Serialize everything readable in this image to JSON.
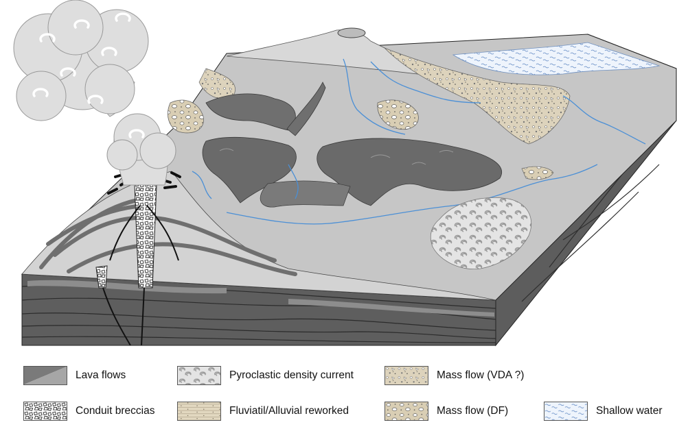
{
  "legend": {
    "items": [
      {
        "id": "lava",
        "label": "Lava flows"
      },
      {
        "id": "conduit",
        "label": "Conduit breccias"
      },
      {
        "id": "pdc",
        "label": "Pyroclastic density current"
      },
      {
        "id": "fluv",
        "label": "Fluviatil/Alluvial reworked"
      },
      {
        "id": "vda",
        "label": "Mass flow (VDA ?)"
      },
      {
        "id": "df",
        "label": "Mass flow (DF)"
      },
      {
        "id": "water",
        "label": "Shallow water"
      }
    ]
  },
  "colors": {
    "surface": "#c6c6c6",
    "lava": "#6e6e6e",
    "lava_light": "#8c8c8c",
    "block_side": "#5e5e5e",
    "block_side_dark": "#474747",
    "river": "#4a8fd6",
    "mass_flow": "#d7ccb2",
    "water": "#e9f1fb",
    "plume": "#dcdcdc"
  }
}
